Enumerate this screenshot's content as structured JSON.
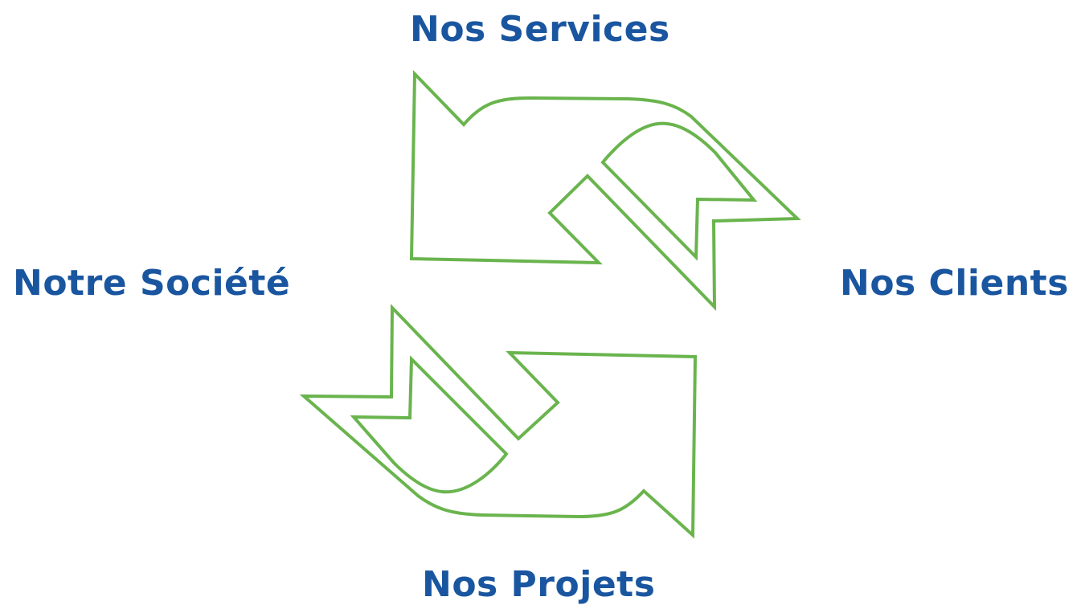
{
  "colors": {
    "label": "#1a56a0",
    "arrow_stroke": "#6ab44e",
    "background": "#ffffff"
  },
  "labels": {
    "top": "Nos Services",
    "left": "Notre Société",
    "right": "Nos Clients",
    "bottom": "Nos Projets"
  },
  "icons": {
    "upper_arrow": "cycle-arrow-upper-outline",
    "lower_arrow": "cycle-arrow-lower-outline"
  }
}
